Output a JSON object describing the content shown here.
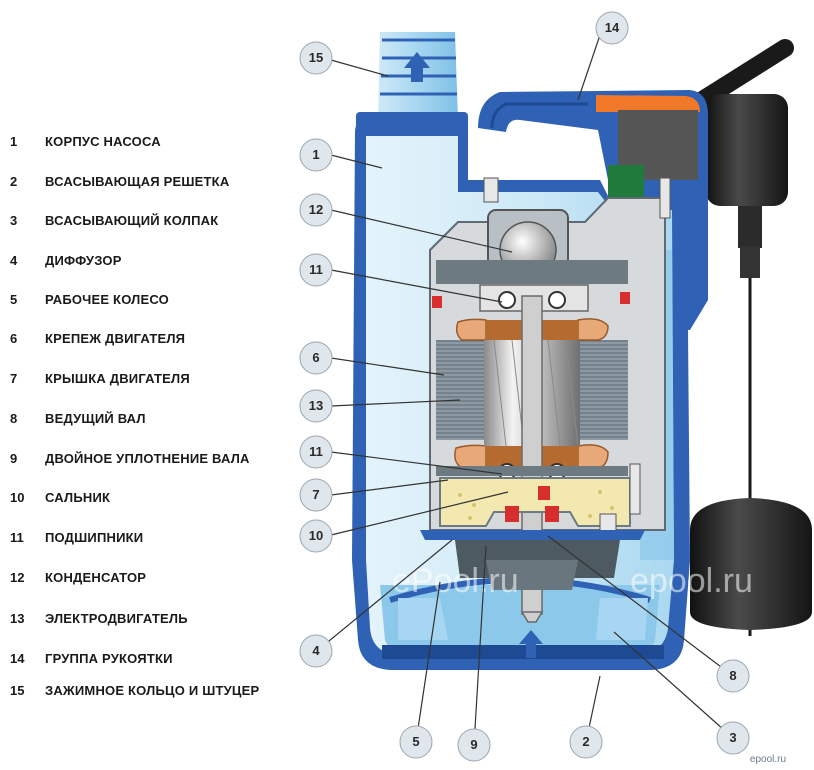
{
  "legend": [
    {
      "num": "1",
      "label": "КОРПУС НАСОСА"
    },
    {
      "num": "2",
      "label": "ВСАСЫВАЮЩАЯ РЕШЕТКА"
    },
    {
      "num": "3",
      "label": "ВСАСЫВАЮЩИЙ КОЛПАК"
    },
    {
      "num": "4",
      "label": "ДИФФУЗОР"
    },
    {
      "num": "5",
      "label": "РАБОЧЕЕ КОЛЕСО"
    },
    {
      "num": "6",
      "label": "КРЕПЕЖ ДВИГАТЕЛЯ"
    },
    {
      "num": "7",
      "label": "КРЫШКА ДВИГАТЕЛЯ"
    },
    {
      "num": "8",
      "label": "ВЕДУЩИЙ ВАЛ"
    },
    {
      "num": "9",
      "label": "ДВОЙНОЕ УПЛОТНЕНИЕ ВАЛА"
    },
    {
      "num": "10",
      "label": "САЛЬНИК"
    },
    {
      "num": "11",
      "label": "ПОДШИПНИКИ"
    },
    {
      "num": "12",
      "label": "КОНДЕНСАТОР"
    },
    {
      "num": "13",
      "label": "ЭЛЕКТРОДВИГАТЕЛЬ"
    },
    {
      "num": "14",
      "label": "ГРУППА РУКОЯТКИ"
    },
    {
      "num": "15",
      "label": "ЗАЖИМНОЕ КОЛЬЦО И ШТУЦЕР"
    }
  ],
  "callouts": [
    "15",
    "14",
    "1",
    "12",
    "11",
    "6",
    "13",
    "11",
    "7",
    "10",
    "4",
    "8",
    "3",
    "5",
    "9",
    "2"
  ],
  "watermarks": [
    "ePool.ru",
    "ePool.ru",
    "epool.ru"
  ],
  "credit": "epool.ru",
  "colors": {
    "housing_blue": "#2f62b4",
    "water_light": "#bfe3f5",
    "water_mid": "#8cc8ea",
    "motor_grey": "#c8c8c8",
    "copper": "#e8a878",
    "oil_yellow": "#f2e8b0",
    "handle_orange": "#f07828",
    "green_plug": "#1f7a3c",
    "float_black": "#222222",
    "callout_circle": "#dfe6ec"
  }
}
